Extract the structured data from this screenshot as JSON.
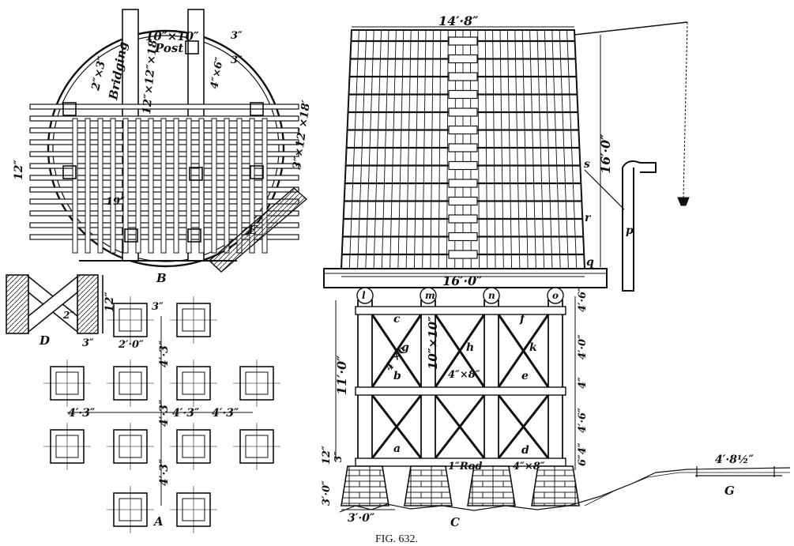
{
  "figure": {
    "caption": "FIG. 632.",
    "view_labels": {
      "a_footing_plan": "A",
      "b_floor_framing": "B",
      "c_elevation": "C",
      "d_joint_detail": "D",
      "e_ladder": "E",
      "g_ground": "G"
    },
    "plan_b": {
      "post": "10″×10″",
      "post_word": "Post",
      "bridging": "Bridging",
      "bridging_size": "2″×3″",
      "joist": "12″×12″×18′",
      "joist_alt": "3″×12″×18′",
      "bracket": "4″×6″",
      "gap_top": "3″",
      "gap_side": "3″",
      "left_dim": "12″",
      "spacing": "19″"
    },
    "detail_d": {
      "height": "12″",
      "width": "3″",
      "brace": "2″"
    },
    "plan_a": {
      "pier": "2′·0″",
      "offset": "3″",
      "v1": "4′·3″",
      "v2": "4′·3″",
      "v3": "4′·3″",
      "h1": "4′·3″",
      "h2": "4′·3″",
      "h3": "4′·3″"
    },
    "elevation_c": {
      "top_width": "14′·8″",
      "tank_height": "16′·0″",
      "bottom_width": "16′·0″",
      "tower_height": "11′·0″",
      "post": "10″×10″",
      "brace": "4″×6″",
      "strut_mid": "4″×8″",
      "strut_low": "4″×8″",
      "rod": "1″Rod",
      "footing_height": "3′·0″",
      "footing_cap": "12″",
      "footing_gap": "3″",
      "footing_width": "3′·0″",
      "seg1": "4′·6″",
      "seg2": "4′·0″",
      "seg3": "4″",
      "seg4": "4′·6″",
      "seg5": "6″4″",
      "ground_width": "4′·8½″",
      "post_labels": [
        "l",
        "m",
        "n",
        "o"
      ],
      "letters": [
        "a",
        "b",
        "c",
        "d",
        "e",
        "f",
        "g",
        "h",
        "k",
        "p",
        "q",
        "r",
        "s"
      ]
    }
  }
}
